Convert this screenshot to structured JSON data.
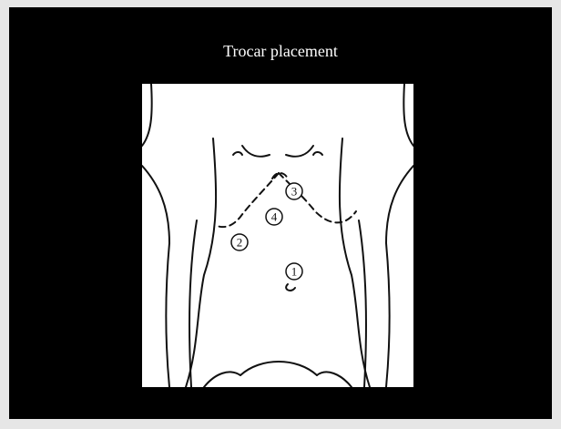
{
  "slide": {
    "title": "Trocar placement",
    "background": "#000000",
    "figure_background": "#ffffff"
  },
  "trocars": [
    {
      "label": "1"
    },
    {
      "label": "2"
    },
    {
      "label": "3"
    },
    {
      "label": "4"
    }
  ]
}
